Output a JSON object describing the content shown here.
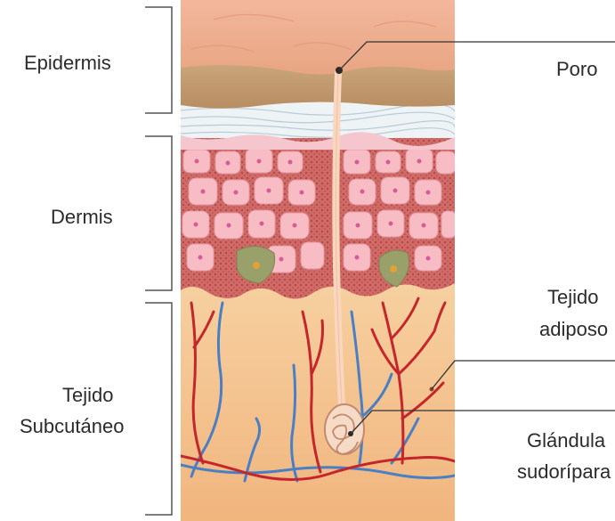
{
  "left_labels": {
    "epidermis": "Epidermis",
    "dermis": "Dermis",
    "subcutaneous_line1": "Tejido",
    "subcutaneous_line2": "Subcutáneo"
  },
  "right_labels": {
    "pore": "Poro",
    "adipose_line1": "Tejido",
    "adipose_line2": "adiposo",
    "gland_line1": "Glándula",
    "gland_line2": "sudorípara"
  }
}
